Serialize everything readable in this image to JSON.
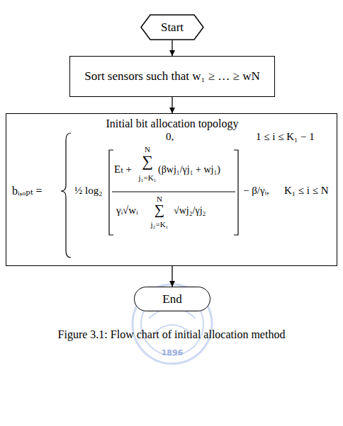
{
  "diagram": {
    "caption": "Figure 3.1: Flow chart of initial allocation method",
    "nodes": [
      {
        "text": [
          "Start"
        ]
      },
      {
        "text": [
          "Sort sensors such that w₁ ≥ … ≥ wN"
        ]
      },
      {
        "text": [
          "Initial bit allocation topology",
          "bᵢ,ₒₚₜ =",
          "0,",
          "1 ≤ i ≤ K₁ − 1",
          "½ log₂",
          "Eₜ +",
          "N",
          "∑",
          "j₁=K₁",
          "(βwj₁/γj₁ + wj₁)",
          "γᵢ√wᵢ",
          "N",
          "∑",
          "j₂=K₁",
          "√wj₂/γj₂",
          "− β/γᵢ,",
          "K₁ ≤ i ≤ N"
        ]
      },
      {
        "text": [
          "End"
        ]
      }
    ],
    "edges": [
      {
        "from": 0,
        "to": 1,
        "arrow": "to"
      },
      {
        "from": 1,
        "to": 2,
        "arrow": "to"
      },
      {
        "from": 2,
        "to": 3,
        "arrow": "to"
      }
    ],
    "labels": [
      "1896"
    ]
  }
}
